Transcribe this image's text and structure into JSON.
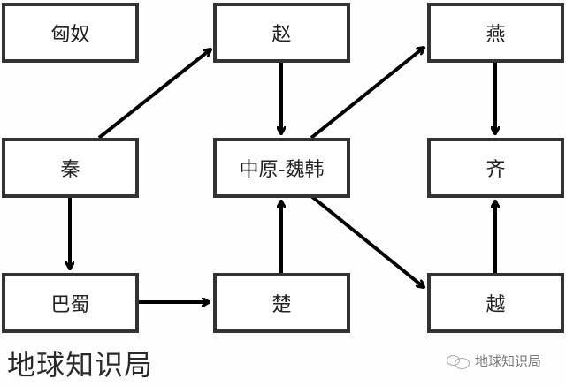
{
  "nodes": {
    "xiongnu": "匈奴",
    "zhao": "赵",
    "yan": "燕",
    "qin": "秦",
    "zhongyuan": "中原-魏韩",
    "qi": "齐",
    "bashu": "巴蜀",
    "chu": "楚",
    "yue": "越"
  },
  "edges": [
    {
      "from": "秦",
      "to": "赵"
    },
    {
      "from": "赵",
      "to": "中原-魏韩"
    },
    {
      "from": "中原-魏韩",
      "to": "燕"
    },
    {
      "from": "燕",
      "to": "齐"
    },
    {
      "from": "秦",
      "to": "巴蜀"
    },
    {
      "from": "巴蜀",
      "to": "楚"
    },
    {
      "from": "楚",
      "to": "中原-魏韩"
    },
    {
      "from": "中原-魏韩",
      "to": "越"
    },
    {
      "from": "越",
      "to": "齐"
    }
  ],
  "brand": "地球知识局",
  "watermark": {
    "icon": "wechat-icon",
    "text": "地球知识局"
  }
}
